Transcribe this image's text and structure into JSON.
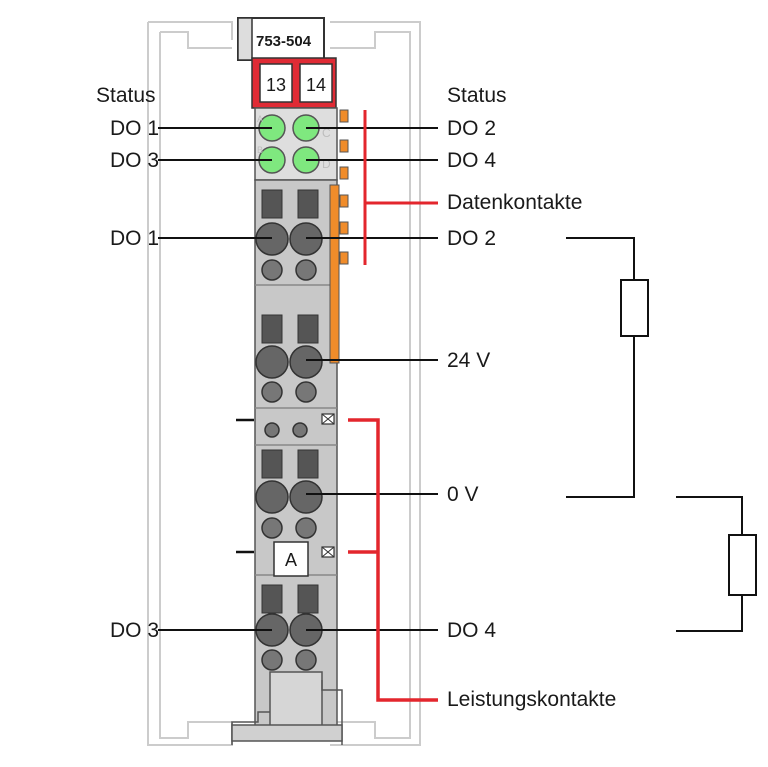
{
  "module": {
    "part_number": "753-504",
    "number_left": "13",
    "number_right": "14",
    "channel_letters": [
      "A",
      "C",
      "B",
      "D"
    ],
    "marker_label": "A"
  },
  "labels": {
    "status_left": "Status",
    "status_right": "Status",
    "led_do1": "DO 1",
    "led_do2": "DO 2",
    "led_do3": "DO 3",
    "led_do4": "DO 4",
    "datenkontakte": "Datenkontakte",
    "term_do1": "DO 1",
    "term_do2": "DO 2",
    "term_24v": "24 V",
    "term_0v": "0 V",
    "term_do3": "DO 3",
    "term_do4": "DO 4",
    "leistungskontakte": "Leistungskontakte"
  },
  "colors": {
    "header_red": "#e02b35",
    "led_green": "#7fe87f",
    "data_contact_orange": "#f08c2a",
    "bracket_red": "#e3262d",
    "housing_gray": "#c8c8c8",
    "outline_gray": "#c9c9c9"
  }
}
